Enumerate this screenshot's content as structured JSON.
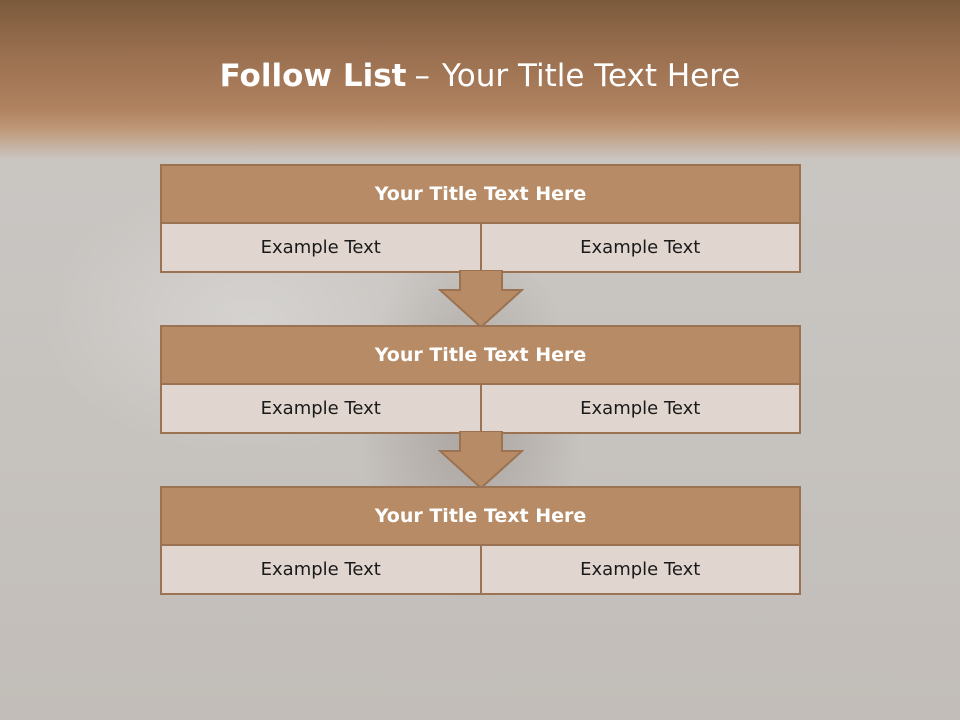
{
  "slide": {
    "title_strong": "Follow List",
    "title_separator": "–",
    "title_rest": "Your Title Text Here"
  },
  "blocks": [
    {
      "title": "Your Title Text Here",
      "cells": [
        "Example Text",
        "Example Text"
      ]
    },
    {
      "title": "Your Title Text Here",
      "cells": [
        "Example Text",
        "Example Text"
      ]
    },
    {
      "title": "Your Title Text Here",
      "cells": [
        "Example Text",
        "Example Text"
      ]
    }
  ],
  "colors": {
    "header_band": "#9a7050",
    "block_title_fill": "#b68b66",
    "block_body_fill": "#e0d6cf",
    "border": "#9b7352",
    "arrow_fill": "#b68b66"
  }
}
